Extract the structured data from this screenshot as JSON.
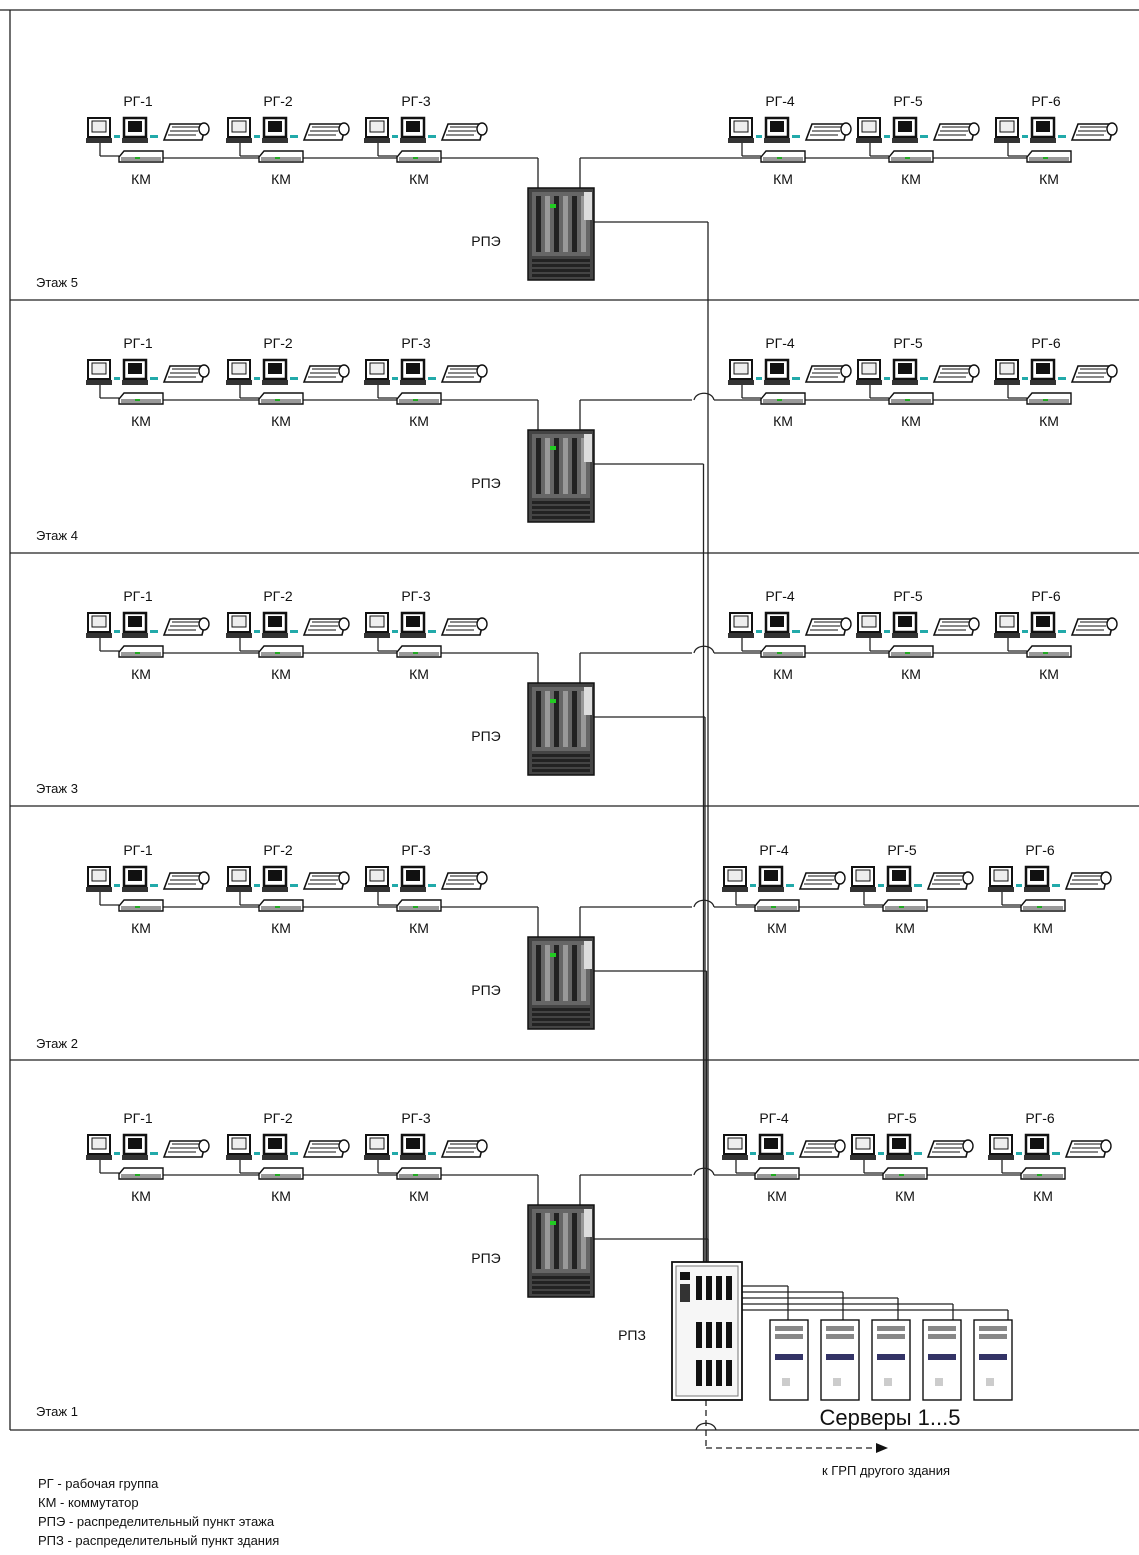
{
  "floors": [
    {
      "label": "Этаж 5"
    },
    {
      "label": "Этаж 4"
    },
    {
      "label": "Этаж 3"
    },
    {
      "label": "Этаж 2"
    },
    {
      "label": "Этаж 1"
    }
  ],
  "groups": [
    "РГ-1",
    "РГ-2",
    "РГ-3",
    "РГ-4",
    "РГ-5",
    "РГ-6"
  ],
  "switch_label": "КМ",
  "floor_point_label": "РПЭ",
  "building_point_label": "РПЗ",
  "servers_label": "Серверы 1...5",
  "server_count": 5,
  "external_link_label": "к ГРП другого здания",
  "legend": [
    "РГ - рабочая группа",
    "КМ - коммутатор",
    "РПЭ - распределительный пункт этажа",
    "РПЗ - распределительный пункт здания"
  ]
}
